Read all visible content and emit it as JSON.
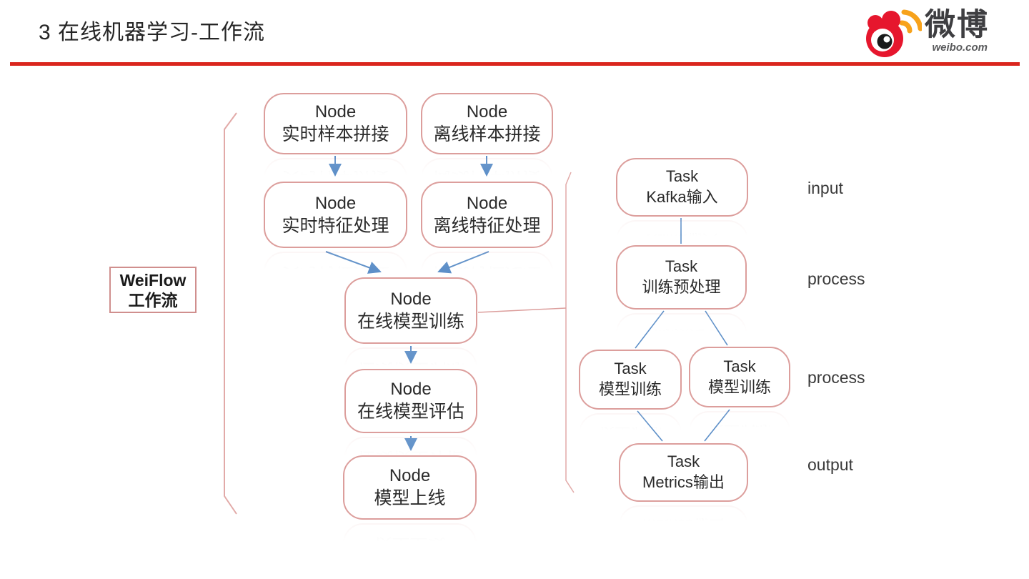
{
  "slide": {
    "title": "3 在线机器学习-工作流"
  },
  "logo": {
    "brand": "微博",
    "domain": "weibo.com"
  },
  "workflow_group_label": {
    "line1": "WeiFlow",
    "line2": "工作流"
  },
  "node_flow": {
    "nodes": [
      {
        "type": "Node",
        "label": "实时样本拼接"
      },
      {
        "type": "Node",
        "label": "离线样本拼接"
      },
      {
        "type": "Node",
        "label": "实时特征处理"
      },
      {
        "type": "Node",
        "label": "离线特征处理"
      },
      {
        "type": "Node",
        "label": "在线模型训练"
      },
      {
        "type": "Node",
        "label": "在线模型评估"
      },
      {
        "type": "Node",
        "label": "模型上线"
      }
    ],
    "edges": [
      {
        "from": "实时样本拼接",
        "to": "实时特征处理"
      },
      {
        "from": "离线样本拼接",
        "to": "离线特征处理"
      },
      {
        "from": "实时特征处理",
        "to": "在线模型训练"
      },
      {
        "from": "离线特征处理",
        "to": "在线模型训练"
      },
      {
        "from": "在线模型训练",
        "to": "在线模型评估"
      },
      {
        "from": "在线模型评估",
        "to": "模型上线"
      }
    ]
  },
  "task_flow": {
    "expanded_from_node": "在线模型训练",
    "tasks": [
      {
        "type": "Task",
        "label": "Kafka输入",
        "stage": "input"
      },
      {
        "type": "Task",
        "label": "训练预处理",
        "stage": "process"
      },
      {
        "type": "Task",
        "label": "模型训练",
        "stage": "process"
      },
      {
        "type": "Task",
        "label": "模型训练",
        "stage": "process"
      },
      {
        "type": "Task",
        "label": "Metrics输出",
        "stage": "output"
      }
    ],
    "edges": [
      {
        "from": "Kafka输入",
        "to": "训练预处理"
      },
      {
        "from": "训练预处理",
        "to": "模型训练#1"
      },
      {
        "from": "训练预处理",
        "to": "模型训练#2"
      },
      {
        "from": "模型训练#1",
        "to": "Metrics输出"
      },
      {
        "from": "模型训练#2",
        "to": "Metrics输出"
      }
    ],
    "stage_labels": [
      "input",
      "process",
      "process",
      "output"
    ]
  },
  "colors": {
    "box_border": "#dc9e9c",
    "bracket": "#e2aaa8",
    "arrow_blue": "#5d8fc8",
    "divider_red": "#da251d",
    "logo_red": "#e6162d",
    "logo_orange": "#f7a21b"
  }
}
